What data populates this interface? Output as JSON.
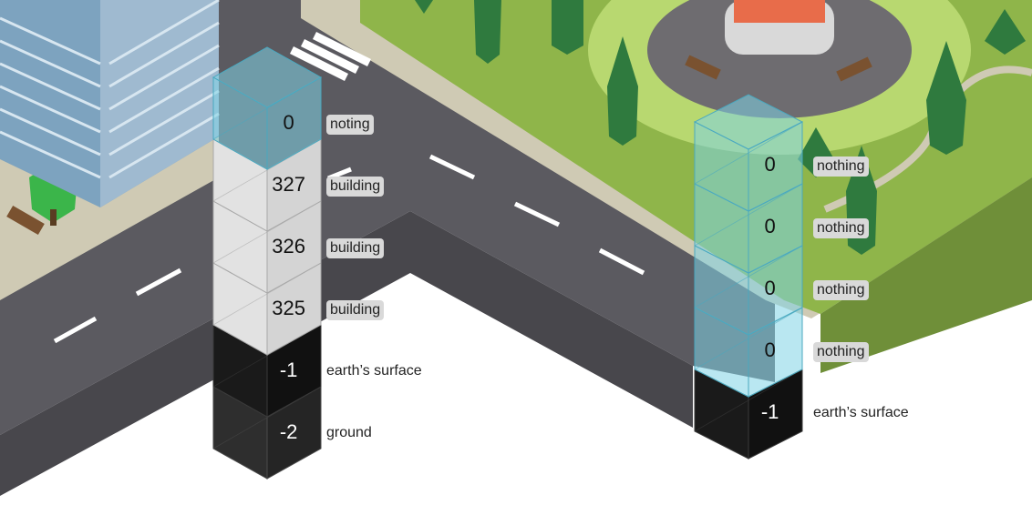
{
  "left_column": {
    "cells": [
      {
        "value": "0",
        "label": "noting"
      },
      {
        "value": "327",
        "label": "building"
      },
      {
        "value": "326",
        "label": "building"
      },
      {
        "value": "325",
        "label": "building"
      },
      {
        "value": "-1",
        "label": "earth’s surface"
      },
      {
        "value": "-2",
        "label": "ground"
      }
    ]
  },
  "right_column": {
    "cells": [
      {
        "value": "0",
        "label": "nothing"
      },
      {
        "value": "0",
        "label": "nothing"
      },
      {
        "value": "0",
        "label": "nothing"
      },
      {
        "value": "0",
        "label": "nothing"
      },
      {
        "value": "-1",
        "label": "earth’s surface"
      }
    ]
  },
  "colors": {
    "road": "#5b5a60",
    "sidewalk": "#cfcab4",
    "grass": "#8fb54a",
    "air_cell": "#7fd3e6",
    "building_cell": "#e2e2e2",
    "surface_cell": "#1a1a1a",
    "ground_cell": "#2e2e2e",
    "tag_background": "#d9d9d9"
  }
}
